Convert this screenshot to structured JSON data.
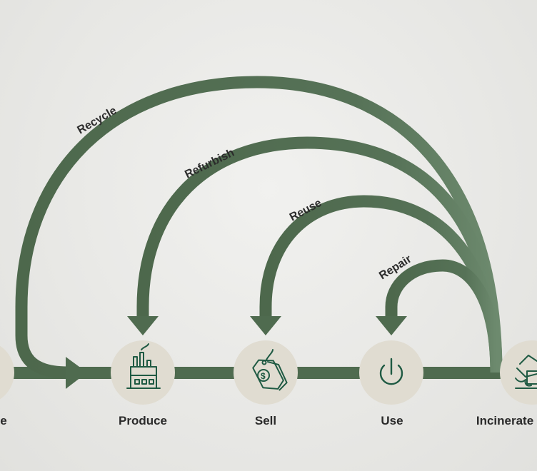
{
  "diagram": {
    "nodes": [
      {
        "key": "left-partial",
        "label": "e",
        "icon": "partial-icon"
      },
      {
        "key": "produce",
        "label": "Produce",
        "icon": "factory-icon"
      },
      {
        "key": "sell",
        "label": "Sell",
        "icon": "price-tag-icon"
      },
      {
        "key": "use",
        "label": "Use",
        "icon": "power-icon"
      },
      {
        "key": "incinerate",
        "label": "Incinerate",
        "icon": "incinerator-icon"
      }
    ],
    "loops": [
      {
        "label": "Recycle",
        "from": "incinerate",
        "to": "produce"
      },
      {
        "label": "Refurbish",
        "from": "incinerate",
        "to": "produce"
      },
      {
        "label": "Reuse",
        "from": "incinerate",
        "to": "sell"
      },
      {
        "label": "Repair",
        "from": "incinerate",
        "to": "use"
      }
    ],
    "colors": {
      "arrow": "#4f6b4f",
      "node_fill": "#e0dcd1",
      "icon": "#1f5a43",
      "label": "#2a2a2a",
      "background": "#ebebe8"
    }
  }
}
